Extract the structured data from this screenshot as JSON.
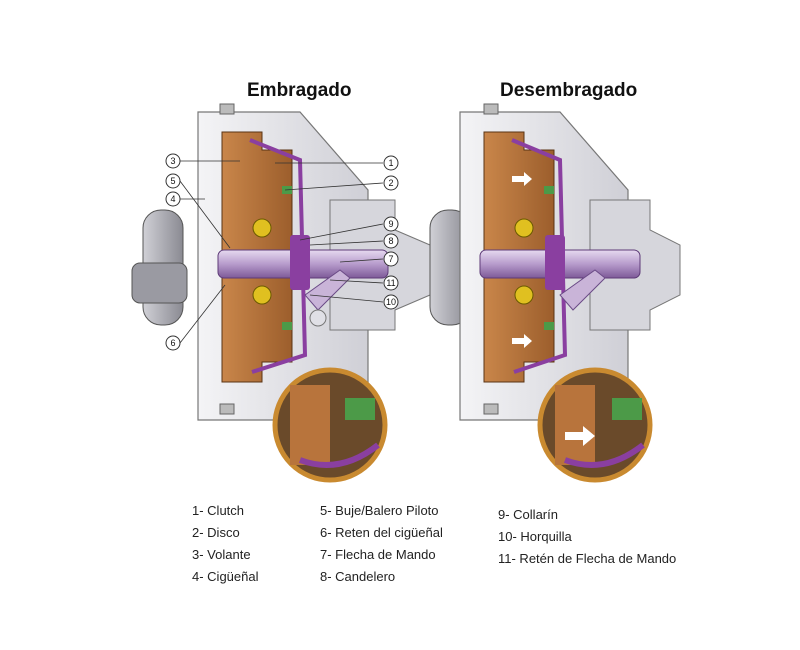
{
  "titles": {
    "engaged": "Embragado",
    "disengaged": "Desembragado"
  },
  "callouts": [
    "1",
    "2",
    "3",
    "4",
    "5",
    "6",
    "7",
    "8",
    "9",
    "10",
    "11"
  ],
  "legend": {
    "col1": [
      "1- Clutch",
      "2- Disco",
      "3- Volante",
      "4- Cigüeñal"
    ],
    "col2": [
      "5- Buje/Balero Piloto",
      "6- Reten del cigüeñal",
      "7- Flecha de Mando",
      "8- Candelero"
    ],
    "col3": [
      "9- Collarín",
      "10- Horquilla",
      "11- Retén de Flecha de Mando"
    ]
  },
  "colors": {
    "housing": "#e4e4e8",
    "clutch_body": "#b8743c",
    "purple": "#8a3fa0",
    "shaft": "#c9b4d8",
    "green": "#4c9a48",
    "yellow": "#e0c020",
    "inset_ring": "#c98a30"
  }
}
